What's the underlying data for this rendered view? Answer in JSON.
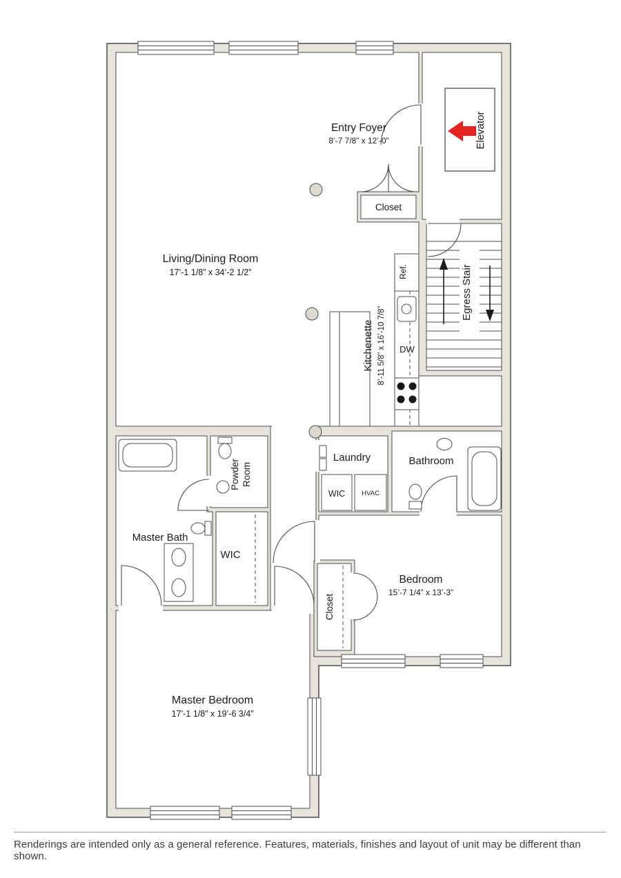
{
  "title": "Residential Unit Floor Plan",
  "colors": {
    "wall_fill": "#e7e4dd",
    "wall_line": "#4d4d4d",
    "elevator_arrow_red": "#e42320",
    "footer_rule": "#9a9a9a",
    "text": "#1c1c1c"
  },
  "rooms": {
    "entry_foyer": {
      "name": "Entry Foyer",
      "dims": "8’-7 7/8”  x  12’-0”"
    },
    "elevator": {
      "name": "Elevator"
    },
    "closet_foyer": {
      "name": "Closet"
    },
    "living_dining": {
      "name": "Living/Dining Room",
      "dims": "17’-1 1/8”  x  34’-2 1/2”"
    },
    "egress_stair": {
      "name": "Egress Stair"
    },
    "kitchenette": {
      "name": "Kitchenette",
      "dims": "8’-11 5/8”  x  16’-10 7/8”"
    },
    "ref": {
      "name": "Ref."
    },
    "dw": {
      "name": "DW"
    },
    "laundry": {
      "name": "Laundry"
    },
    "wic_laundry": {
      "name": "WIC"
    },
    "hvac": {
      "name": "HVAC"
    },
    "bathroom": {
      "name": "Bathroom"
    },
    "powder_room": {
      "name": "Powder Room",
      "line1": "Powder",
      "line2": "Room"
    },
    "master_bath": {
      "name": "Master Bath"
    },
    "wic_master": {
      "name": "WIC"
    },
    "bedroom": {
      "name": "Bedroom",
      "dims": "15’-7 1/4”  x  13’-3”"
    },
    "closet_bedroom": {
      "name": "Closet"
    },
    "master_bedroom": {
      "name": "Master Bedroom",
      "dims": "17’-1 1/8”  x  19’-6 3/4”"
    }
  },
  "footer": {
    "disclaimer": "Renderings are intended only as a general reference. Features, materials, finishes and layout of unit may be different than shown."
  }
}
